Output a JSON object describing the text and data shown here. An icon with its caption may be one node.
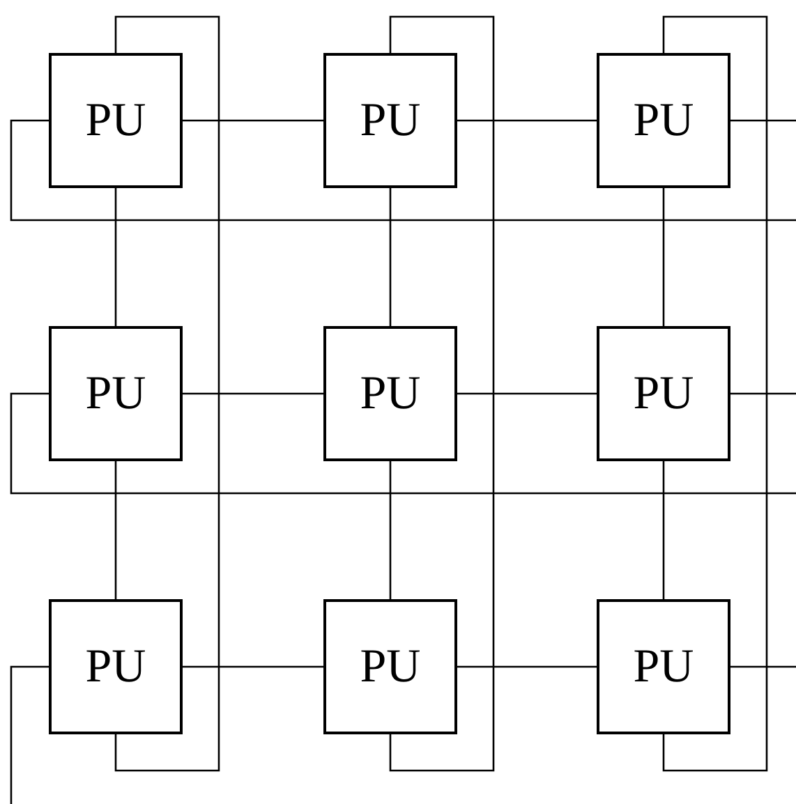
{
  "diagram": {
    "nodes": [
      {
        "text": [
          "PU"
        ]
      },
      {
        "text": [
          "PU"
        ]
      },
      {
        "text": [
          "PU"
        ]
      },
      {
        "text": [
          "PU"
        ]
      },
      {
        "text": [
          "PU"
        ]
      },
      {
        "text": [
          "PU"
        ]
      },
      {
        "text": [
          "PU"
        ]
      },
      {
        "text": [
          "PU"
        ]
      },
      {
        "text": [
          "PU"
        ]
      }
    ],
    "edges": [
      {
        "from": 0,
        "to": 1,
        "arrow": "none"
      },
      {
        "from": 1,
        "to": 2,
        "arrow": "none"
      },
      {
        "from": 2,
        "to": null,
        "arrow": "none"
      },
      {
        "from": null,
        "to": 0,
        "arrow": "none"
      },
      {
        "from": 3,
        "to": 4,
        "arrow": "none"
      },
      {
        "from": 4,
        "to": 5,
        "arrow": "none"
      },
      {
        "from": 5,
        "to": null,
        "arrow": "none"
      },
      {
        "from": null,
        "to": 3,
        "arrow": "none"
      },
      {
        "from": 6,
        "to": 7,
        "arrow": "none"
      },
      {
        "from": 7,
        "to": 8,
        "arrow": "none"
      },
      {
        "from": 8,
        "to": null,
        "arrow": "none"
      },
      {
        "from": null,
        "to": 6,
        "arrow": "none"
      },
      {
        "from": 0,
        "to": 3,
        "arrow": "none"
      },
      {
        "from": 3,
        "to": 6,
        "arrow": "none"
      },
      {
        "from": 0,
        "to": 6,
        "arrow": "none"
      },
      {
        "from": 1,
        "to": 4,
        "arrow": "none"
      },
      {
        "from": 4,
        "to": 7,
        "arrow": "none"
      },
      {
        "from": 1,
        "to": 7,
        "arrow": "none"
      },
      {
        "from": 2,
        "to": 5,
        "arrow": "none"
      },
      {
        "from": 5,
        "to": 8,
        "arrow": "none"
      },
      {
        "from": 2,
        "to": 8,
        "arrow": "none"
      }
    ]
  }
}
